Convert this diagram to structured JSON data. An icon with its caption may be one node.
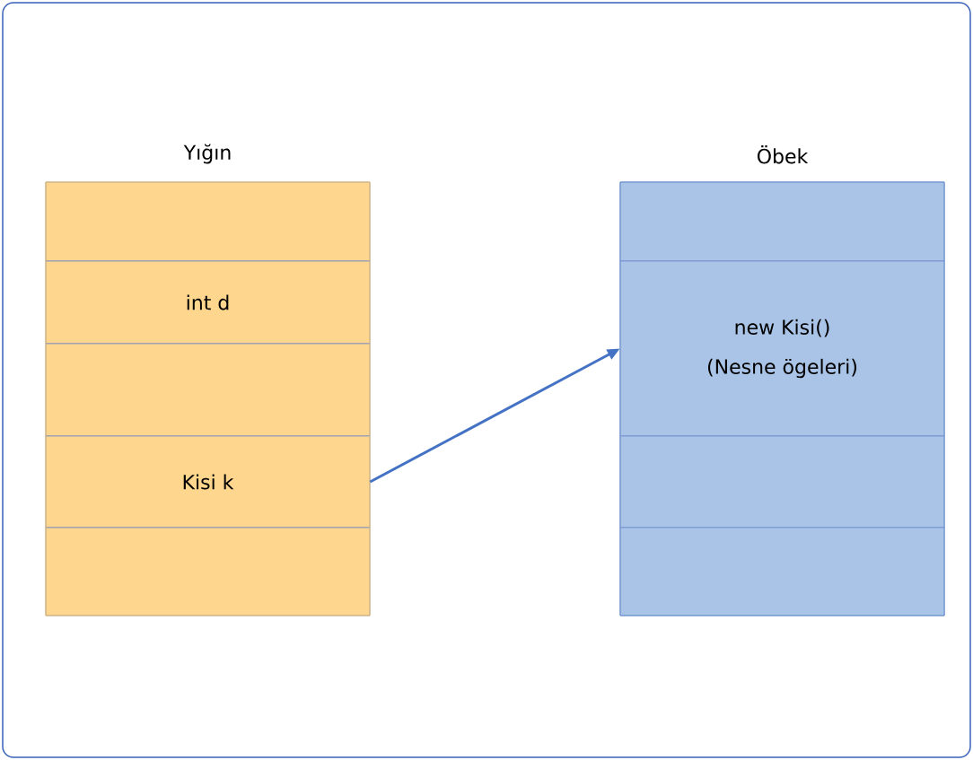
{
  "diagram": {
    "nodes": [
      {
        "text": [
          "Yığın"
        ]
      },
      {
        "text": [],
        "shape": "box",
        "in": 0
      },
      {
        "text": [
          "int d"
        ],
        "in": 0
      },
      {
        "text": [],
        "shape": "box",
        "in": 0
      },
      {
        "text": [
          "Kisi k"
        ],
        "in": 0
      },
      {
        "text": [],
        "shape": "box",
        "in": 0
      },
      {
        "text": [
          "Öbek"
        ]
      },
      {
        "text": [],
        "shape": "box",
        "in": 6
      },
      {
        "text": [
          "new Kisi()",
          "(Nesne ögeleri)"
        ],
        "in": 6
      },
      {
        "text": [],
        "shape": "box",
        "in": 6
      },
      {
        "text": [],
        "shape": "box",
        "in": 6
      }
    ],
    "edges": [
      {
        "from": 4,
        "to": 8,
        "arrow": "to",
        "color": "#4472c4"
      }
    ]
  }
}
